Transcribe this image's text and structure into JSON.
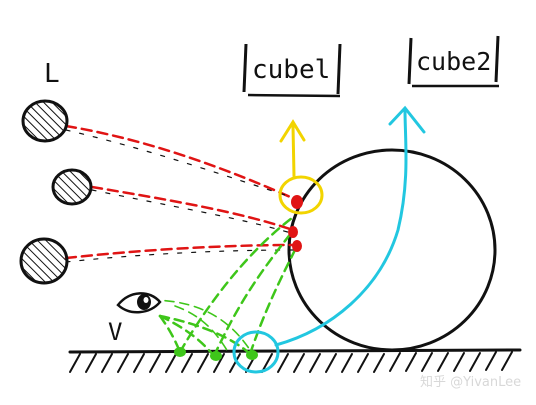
{
  "labels": {
    "light_label": "L",
    "viewer_label": "V",
    "cube1_label": "cubel",
    "cube2_label": "cube2"
  },
  "watermark": {
    "text": "知乎 @YivanLee"
  },
  "colors": {
    "ink": "#111111",
    "red_rays": "#e01414",
    "green_rays": "#3ec61a",
    "yellow_highlight": "#f2d400",
    "cyan_path": "#22c7e0",
    "watermark": "#d8d8d8"
  },
  "icons": {
    "light_source": "hatched-circle-icon",
    "viewer": "eye-icon"
  }
}
